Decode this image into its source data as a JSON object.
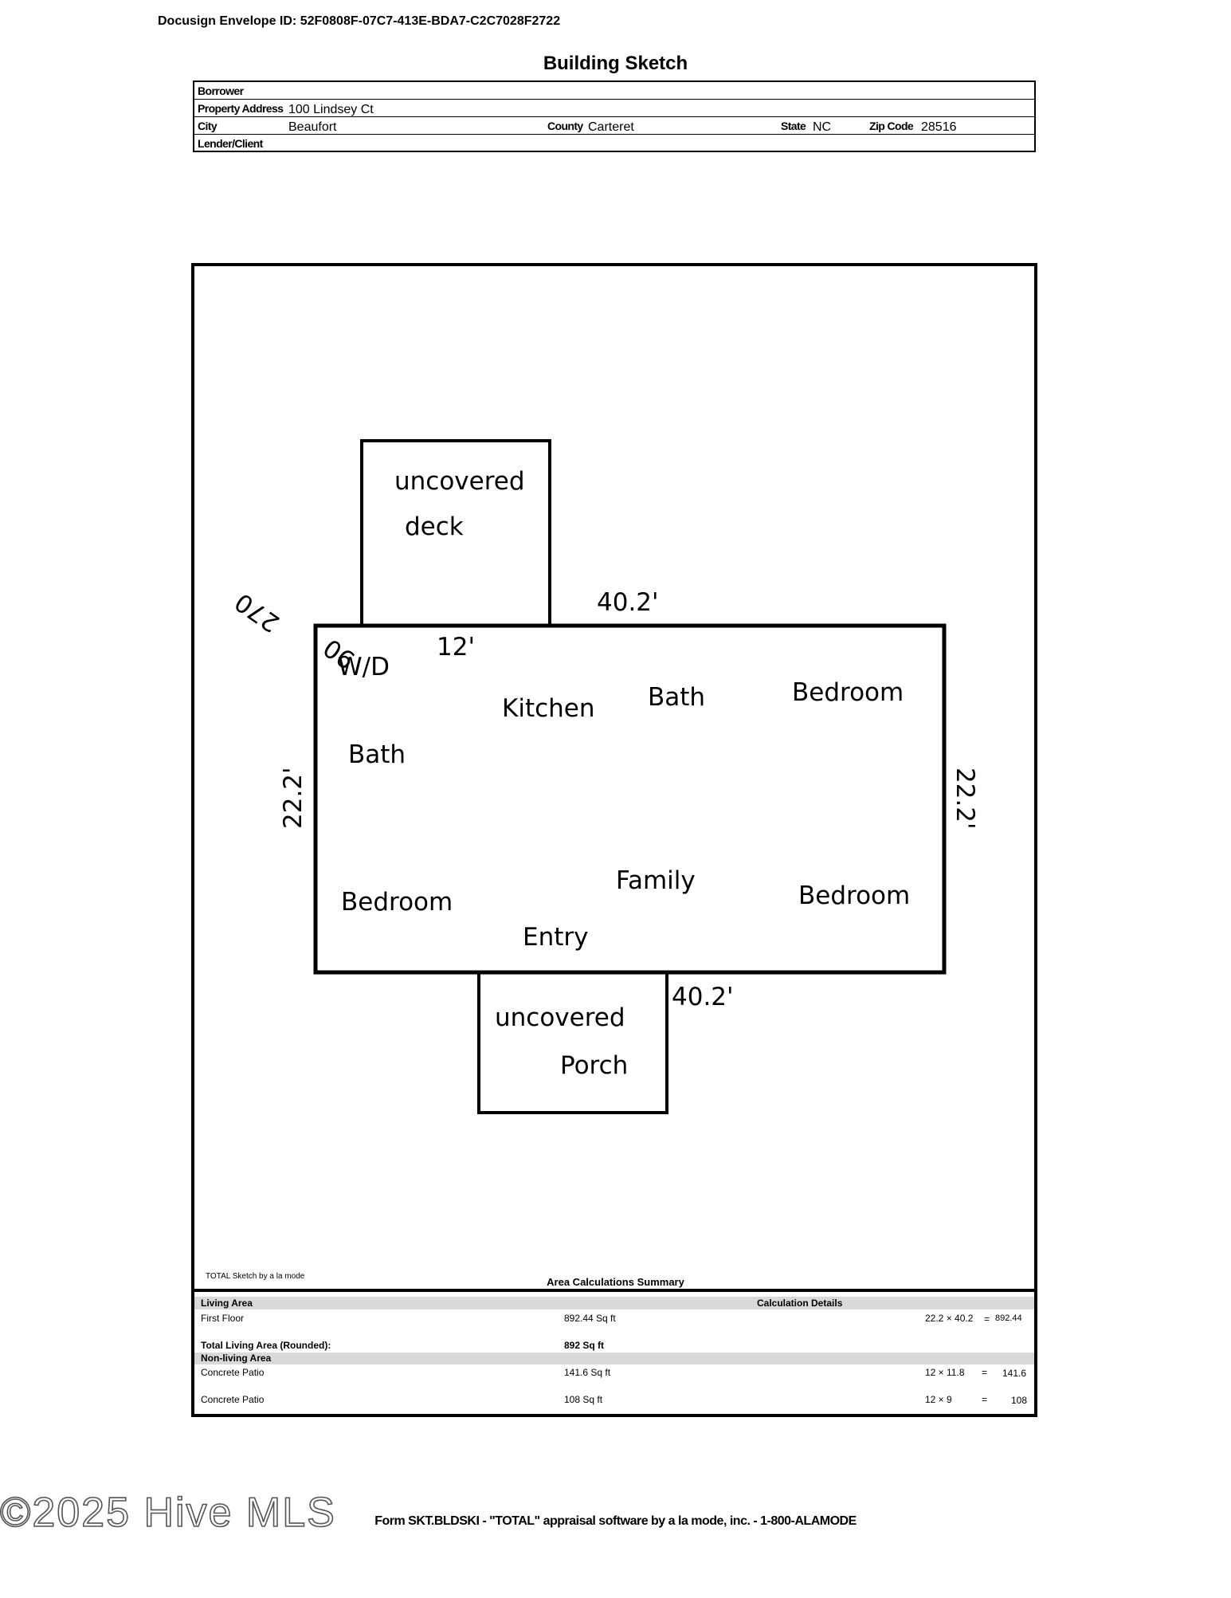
{
  "envelope_id": "Docusign Envelope ID: 52F0808F-07C7-413E-BDA7-C2C7028F2722",
  "title": "Building Sketch",
  "header": {
    "borrower_label": "Borrower",
    "borrower_value": "",
    "property_address_label": "Property Address",
    "property_address_value": "100 Lindsey Ct",
    "city_label": "City",
    "city_value": "Beaufort",
    "county_label": "County",
    "county_value": "Carteret",
    "state_label": "State",
    "state_value": "NC",
    "zip_label": "Zip Code",
    "zip_value": "28516",
    "lender_label": "Lender/Client",
    "lender_value": ""
  },
  "sketch": {
    "deck_line1": "uncovered",
    "deck_line2": "deck",
    "porch_line1": "uncovered",
    "porch_line2": "Porch",
    "dim_top": "40.2'",
    "dim_bottom": "40.2'",
    "dim_left": "22.2'",
    "dim_right": "22.2'",
    "dim_deck": "12'",
    "angle_270": "270",
    "angle_90": "90",
    "rooms": {
      "wd": "W/D",
      "kitchen": "Kitchen",
      "bath_top": "Bath",
      "bedroom_top_right": "Bedroom",
      "bath_left": "Bath",
      "bedroom_left": "Bedroom",
      "family": "Family",
      "bedroom_bottom_right": "Bedroom",
      "entry": "Entry"
    },
    "credit": "TOTAL Sketch by a la mode"
  },
  "area_summary": {
    "title": "Area Calculations Summary",
    "living_area_label": "Living Area",
    "calc_details_label": "Calculation Details",
    "first_floor_label": "First Floor",
    "first_floor_area": "892.44 Sq ft",
    "first_floor_calc": "22.2 × 40.2",
    "first_floor_eq": "=",
    "first_floor_result": "892.44",
    "total_label": "Total Living Area (Rounded):",
    "total_value": "892 Sq ft",
    "non_living_label": "Non-living Area",
    "patio1_label": "Concrete Patio",
    "patio1_area": "141.6 Sq ft",
    "patio1_calc": "12 × 11.8",
    "patio1_eq": "=",
    "patio1_result": "141.6",
    "patio2_label": "Concrete Patio",
    "patio2_area": "108 Sq ft",
    "patio2_calc": "12 × 9",
    "patio2_eq": "=",
    "patio2_result": "108"
  },
  "watermark": "©2025 Hive MLS",
  "footer": "Form SKT.BLDSKI - \"TOTAL\" appraisal software by a la mode, inc. - 1-800-ALAMODE"
}
